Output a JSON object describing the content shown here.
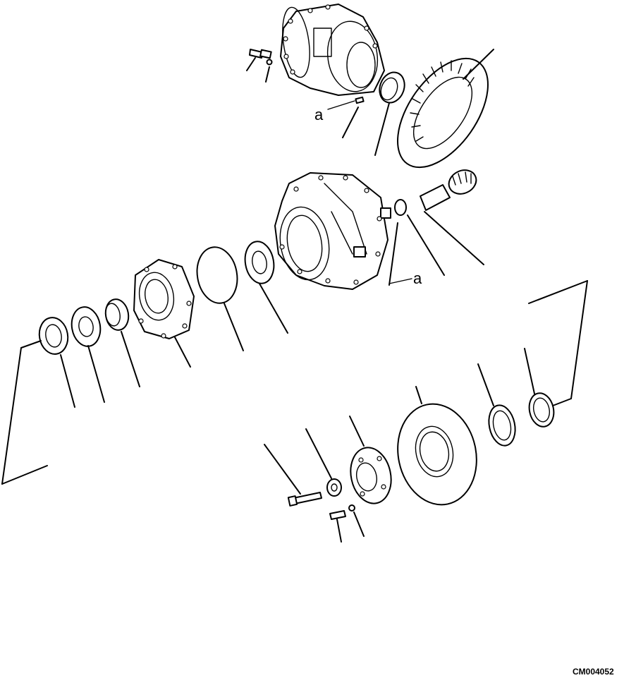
{
  "diagram": {
    "drawing_code": "CM004052",
    "ref_label_top": "a",
    "ref_label_mid": "a"
  }
}
